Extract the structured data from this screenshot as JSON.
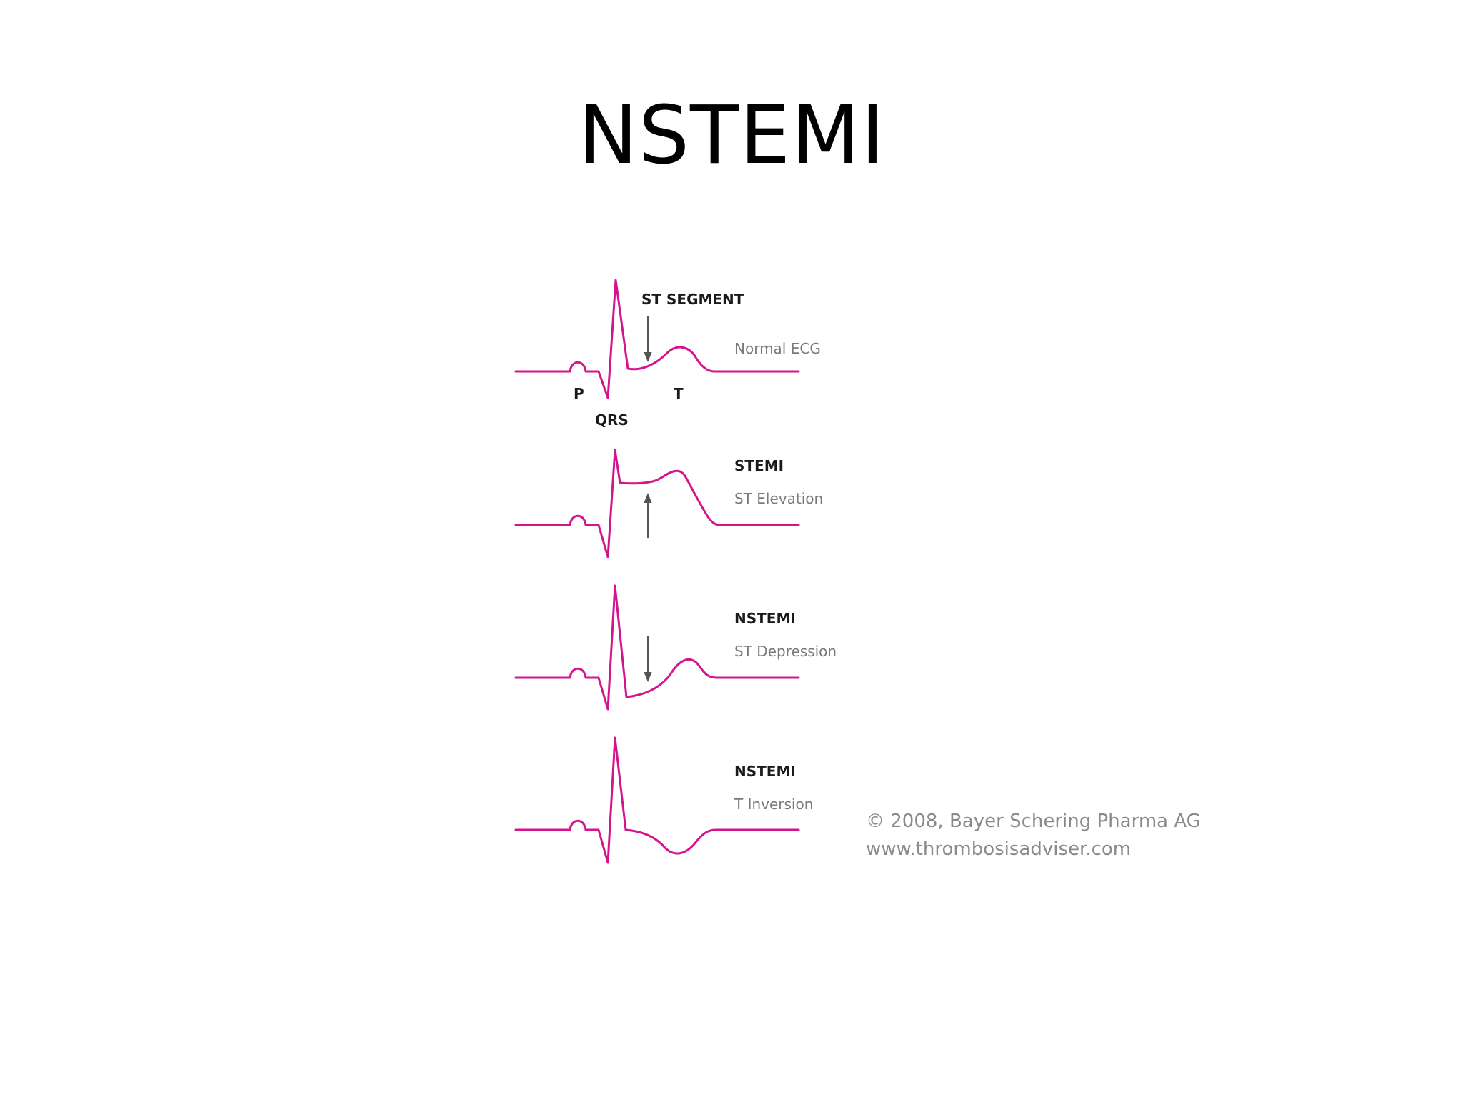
{
  "slide": {
    "title": "NSTEMI"
  },
  "diagram": {
    "trace_color": "#d4148c",
    "arrow_color": "#555555",
    "panels": [
      {
        "heading": "ST SEGMENT",
        "caption": "Normal ECG",
        "wave_labels": {
          "p": "P",
          "qrs": "QRS",
          "t": "T"
        }
      },
      {
        "heading": "STEMI",
        "caption": "ST Elevation"
      },
      {
        "heading": "NSTEMI",
        "caption": "ST Depression"
      },
      {
        "heading": "NSTEMI",
        "caption": "T Inversion"
      }
    ],
    "credit": {
      "copyright": "© 2008, Bayer Schering Pharma AG",
      "website": "www.thrombosisadviser.com"
    }
  }
}
